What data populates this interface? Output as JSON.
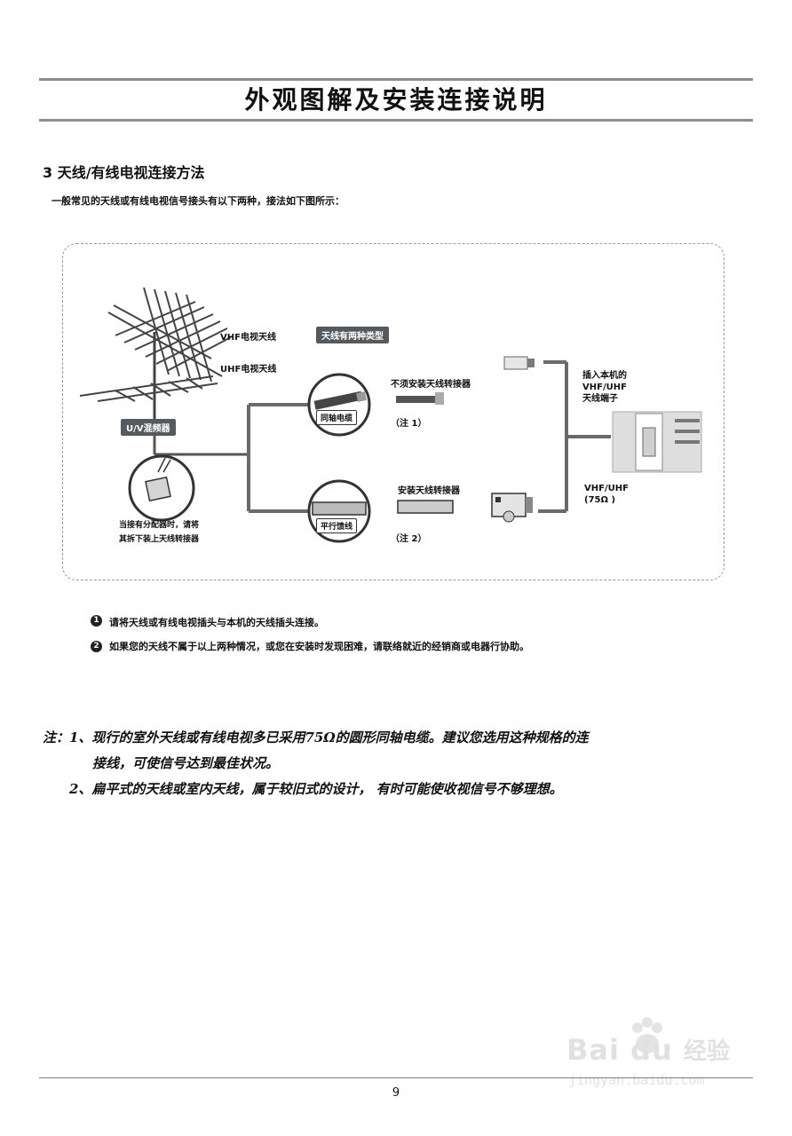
{
  "page_title": "外观图解及安装连接说明",
  "section_heading": "3  天线/有线电视连接方法",
  "intro_text": "一般常见的天线或有线电视信号接头有以下两种，接法如下图所示：",
  "diagram": {
    "label_vhf_antenna": "VHF电视天线",
    "label_uhf_antenna": "UHF电视天线",
    "label_uv_mixer": "U/V混频器",
    "label_splitter_note_line1": "当接有分配器时，请将",
    "label_splitter_note_line2": "其拆下装上天线转接器",
    "label_two_types": "天线有两种类型",
    "label_no_adapter": "不须安装天线转接器",
    "label_coax_cable": "同轴电缆",
    "label_note1": "（注 1）",
    "label_install_adapter": "安装天线转接器",
    "label_flat_feeder": "平行馈线",
    "label_note2": "（注 2）",
    "label_plug_in_line1": "插入本机的",
    "label_plug_in_line2": "VHF/UHF",
    "label_plug_in_line3": "天线端子",
    "label_vhf_uhf": "VHF/UHF",
    "label_75_ohm": "(75Ω )"
  },
  "bullets": [
    {
      "num": "1",
      "text": "请将天线或有线电视插头与本机的天线插头连接。"
    },
    {
      "num": "2",
      "text": "如果您的天线不属于以上两种情况，或您在安装时发现困难，请联络就近的经销商或电器行协助。"
    }
  ],
  "notes": {
    "note1_line1": "注：1、现行的室外天线或有线电视多已采用75Ω的圆形同轴电缆。建议您选用这种规格的连",
    "note1_line2": "接线，可使信号达到最佳状况。",
    "note2": "2、扁平式的天线或室内天线，属于较旧式的设计， 有时可能使收视信号不够理想。"
  },
  "page_number": "9",
  "watermark": {
    "brand": "Bai du",
    "product": "经验",
    "url": "jingyan.baidu.com"
  }
}
